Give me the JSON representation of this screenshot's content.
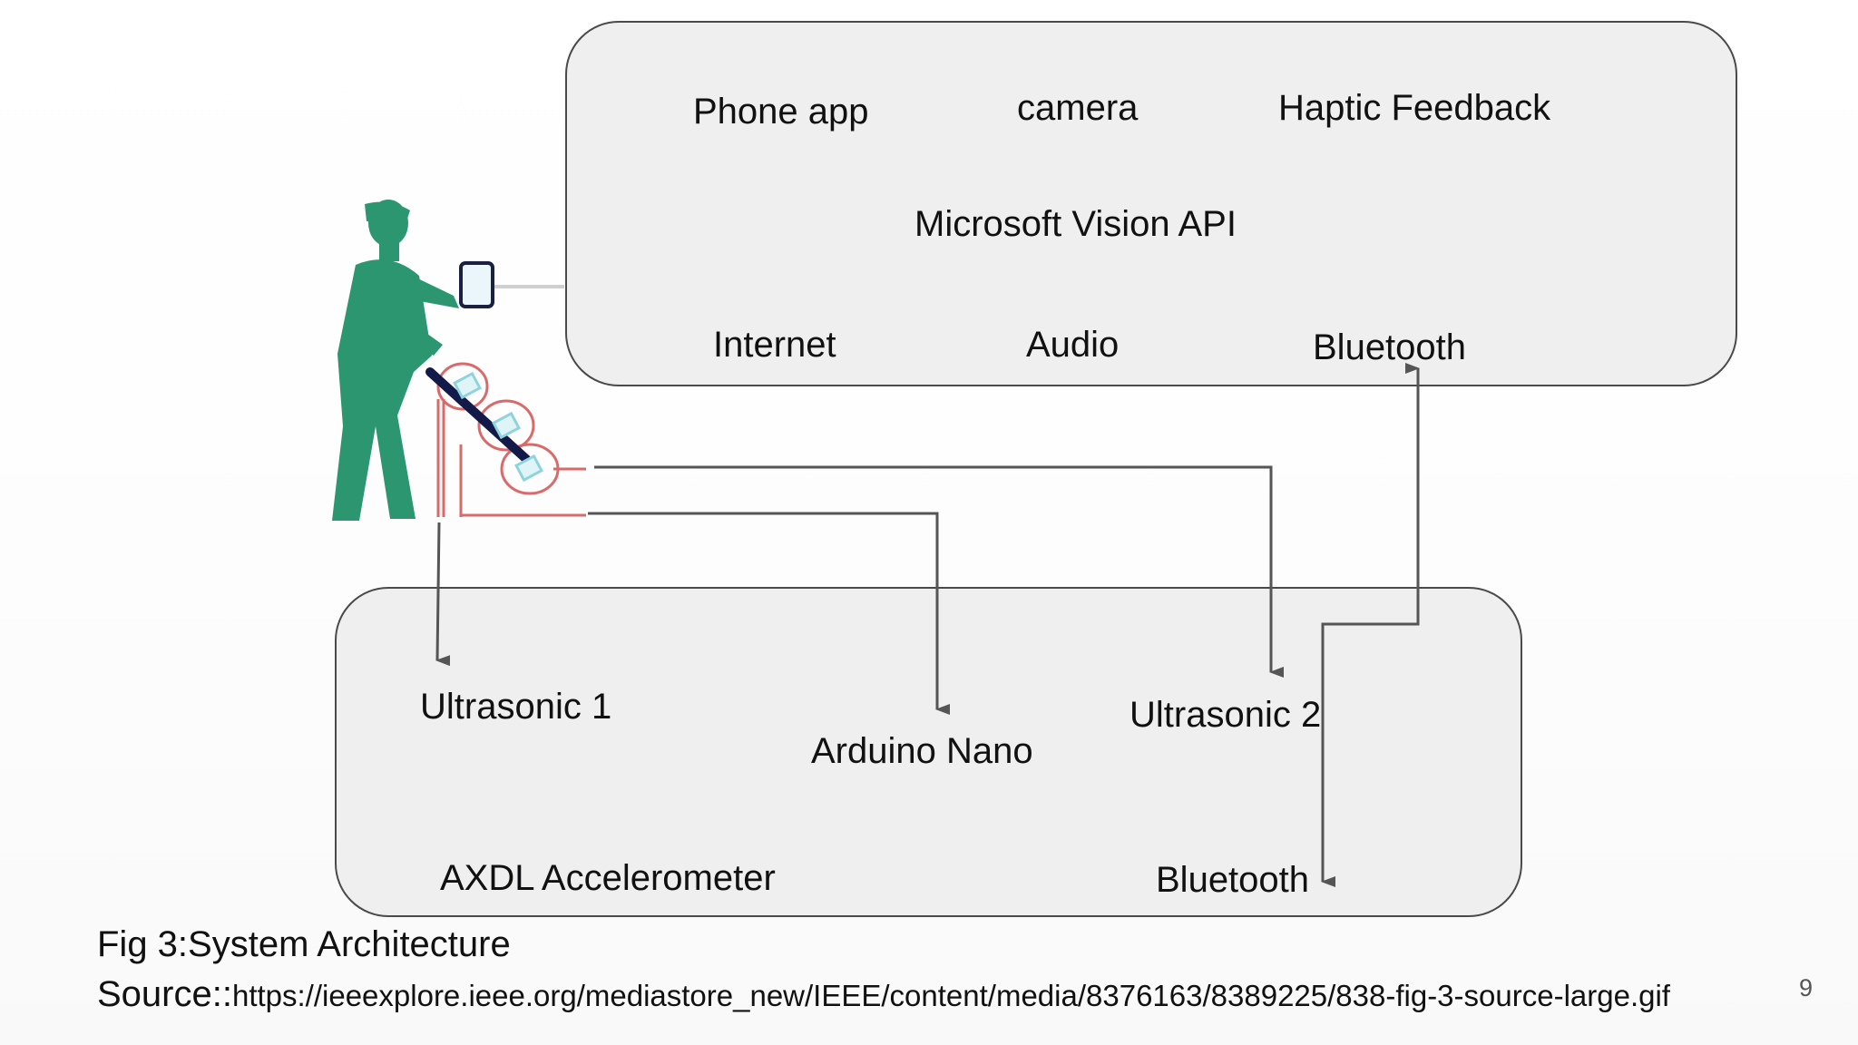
{
  "phone_box": {
    "phone_app": "Phone app",
    "camera": "camera",
    "haptic_feedback": "Haptic Feedback",
    "vision_api": "Microsoft Vision API",
    "internet": "Internet",
    "audio": "Audio",
    "bluetooth": "Bluetooth"
  },
  "cane_box": {
    "ultrasonic_1": "Ultrasonic 1",
    "arduino_nano": "Arduino Nano",
    "ultrasonic_2": "Ultrasonic 2",
    "accelerometer": "AXDL Accelerometer",
    "bluetooth": "Bluetooth"
  },
  "caption": {
    "figure": "Fig 3:System Architecture",
    "source_prefix": "Source::",
    "source_url": "https://ieeexplore.ieee.org/mediastore_new/IEEE/content/media/8376163/8389225/838-fig-3-source-large.gif"
  },
  "page_number": "9",
  "colors": {
    "box_fill": "#efeff0",
    "box_stroke": "#4a4a4a",
    "arrow": "#555555",
    "figure_green": "#2b9670",
    "sensor_red": "#d96a6a",
    "cane_navy": "#121a4a",
    "sensor_cyan": "#8fd3dc"
  }
}
